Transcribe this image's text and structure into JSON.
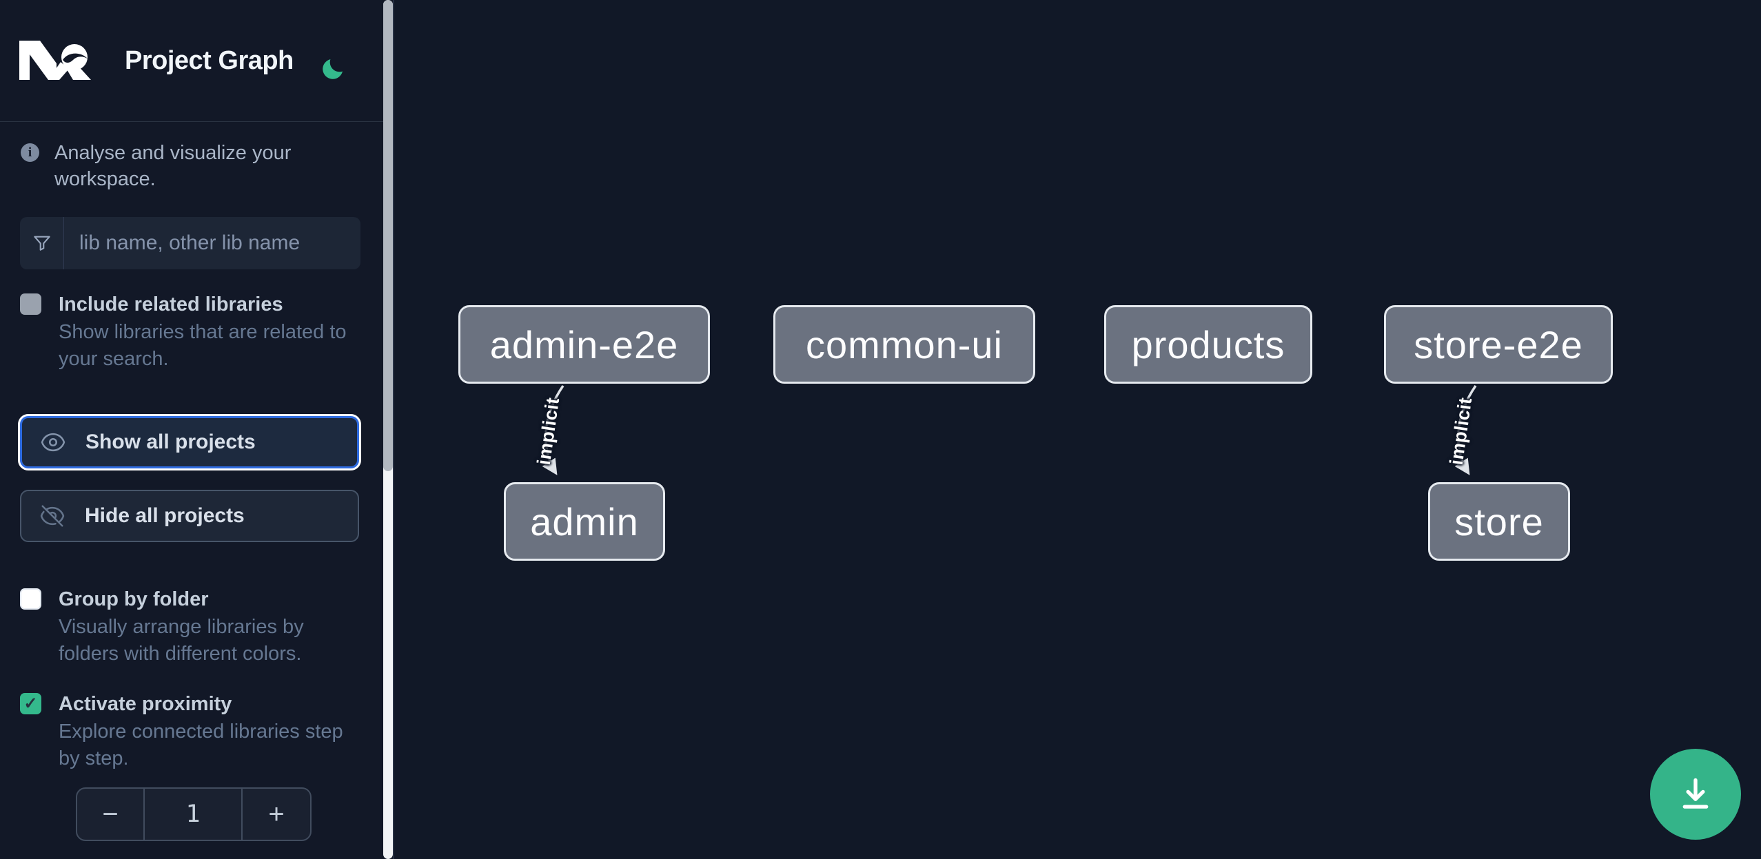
{
  "app": {
    "title": "Project Graph"
  },
  "header": {
    "logo": "nx-logo",
    "theme_toggle_icon": "moon-icon",
    "theme_mode": "dark"
  },
  "sidebar": {
    "tagline": "Analyse and visualize your workspace.",
    "search": {
      "placeholder": "lib name, other lib name",
      "icon": "funnel-icon",
      "value": ""
    },
    "toggles": [
      {
        "label": "Include related libraries",
        "description": "Show libraries that are related to your search.",
        "checked": false
      },
      {
        "label": "Group by folder",
        "description": "Visually arrange libraries by folders with different colors.",
        "checked": false
      },
      {
        "label": "Activate proximity",
        "description": "Explore connected libraries step by step.",
        "checked": true,
        "checkmark": "✓"
      }
    ],
    "actions": [
      {
        "label": "Show all projects",
        "icon": "eye-icon",
        "focused": true
      },
      {
        "label": "Hide all projects",
        "icon": "eye-slash-icon",
        "focused": false
      }
    ],
    "stepper": {
      "decrement": "−",
      "value": "1",
      "increment": "+"
    }
  },
  "graph": {
    "nodes": [
      {
        "id": "admin-e2e",
        "label": "admin-e2e"
      },
      {
        "id": "common-ui",
        "label": "common-ui"
      },
      {
        "id": "products",
        "label": "products"
      },
      {
        "id": "store-e2e",
        "label": "store-e2e"
      },
      {
        "id": "admin",
        "label": "admin"
      },
      {
        "id": "store",
        "label": "store"
      }
    ],
    "edges": [
      {
        "source": "admin-e2e",
        "target": "admin",
        "label": "implicit"
      },
      {
        "source": "store-e2e",
        "target": "store",
        "label": "implicit"
      }
    ]
  },
  "fab": {
    "icon": "download-icon"
  },
  "colors": {
    "background": "#111827",
    "accent_green": "#34b98c",
    "focus_blue": "#2e6be0",
    "node_fill": "#6b7280",
    "node_border": "#e6eaef",
    "edge_stroke": "#dfe3e8"
  }
}
